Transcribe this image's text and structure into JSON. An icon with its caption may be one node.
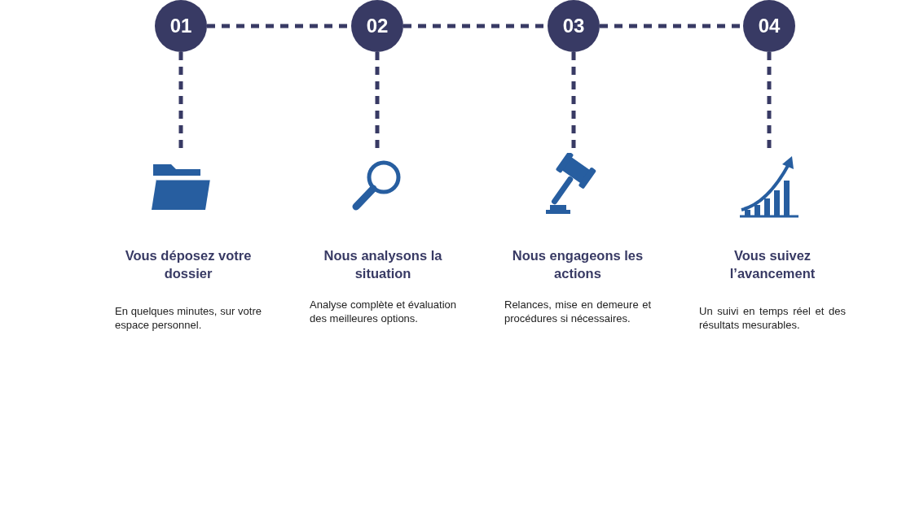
{
  "diagram": {
    "nodes": [
      {
        "text": [
          "01"
        ]
      },
      {
        "text": [
          "02"
        ]
      },
      {
        "text": [
          "03"
        ]
      },
      {
        "text": [
          "04"
        ]
      },
      {
        "text": [],
        "shape": "folder",
        "beside": [
          "Vous déposez votre dossier",
          "En quelques minutes, sur votre espace personnel."
        ]
      },
      {
        "text": [],
        "shape": "magnifier",
        "beside": [
          "Nous analysons la situation",
          "Analyse complète et évaluation des meilleures options."
        ]
      },
      {
        "text": [],
        "shape": "gavel",
        "beside": [
          "Nous engageons les actions",
          "Relances, mise en demeure et procédures si nécessaires."
        ]
      },
      {
        "text": [],
        "shape": "chart",
        "beside": [
          "Vous suivez l’avancement",
          "Un suivi en temps réel et des résultats mesurables."
        ]
      }
    ],
    "edges": [
      {
        "from": 0,
        "to": 1,
        "arrow": "none",
        "style": "dashed"
      },
      {
        "from": 1,
        "to": 2,
        "arrow": "none",
        "style": "dashed"
      },
      {
        "from": 2,
        "to": 3,
        "arrow": "none",
        "style": "dashed"
      },
      {
        "from": 0,
        "to": 4,
        "arrow": "none",
        "style": "dashed"
      },
      {
        "from": 1,
        "to": 5,
        "arrow": "none",
        "style": "dashed"
      },
      {
        "from": 2,
        "to": 6,
        "arrow": "none",
        "style": "dashed"
      },
      {
        "from": 3,
        "to": 7,
        "arrow": "none",
        "style": "dashed"
      }
    ]
  }
}
